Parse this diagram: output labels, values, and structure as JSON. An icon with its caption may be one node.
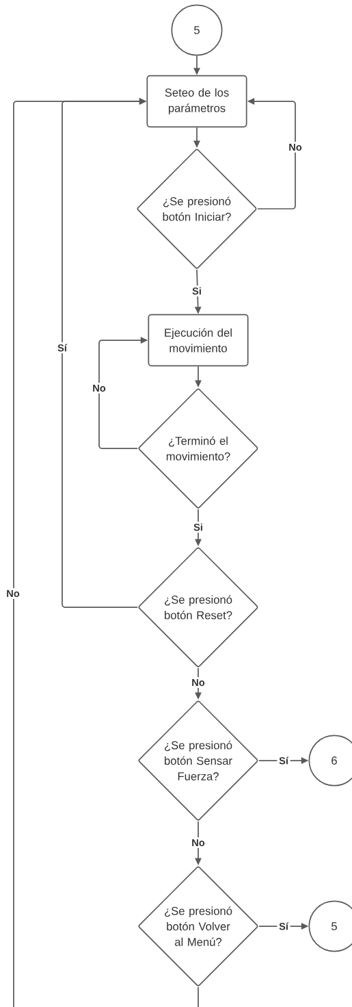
{
  "diagram": {
    "nodes": [
      {
        "text": [
          "5"
        ]
      },
      {
        "text": [
          "Seteo de los parámetros"
        ]
      },
      {
        "text": [
          "¿Se presionó botón Iniciar?"
        ]
      },
      {
        "text": [
          "Ejecución del movimiento"
        ]
      },
      {
        "text": [
          "¿Terminó el movimiento?"
        ]
      },
      {
        "text": [
          "¿Se presionó botón Reset?"
        ]
      },
      {
        "text": [
          "¿Se presionó botón Sensar Fuerza?"
        ]
      },
      {
        "text": [
          "6"
        ]
      },
      {
        "text": [
          "¿Se presionó botón Volver al Menú?"
        ]
      },
      {
        "text": [
          "5"
        ]
      }
    ],
    "edges": [
      {
        "from": 0,
        "to": 1,
        "arrow": "to"
      },
      {
        "from": 1,
        "to": 2,
        "arrow": "to"
      },
      {
        "from": 2,
        "to": 1,
        "arrow": "to",
        "label": "No"
      },
      {
        "from": 2,
        "to": 3,
        "arrow": "to",
        "label": "Si"
      },
      {
        "from": 3,
        "to": 4,
        "arrow": "to"
      },
      {
        "from": 4,
        "to": 3,
        "arrow": "to",
        "label": "No"
      },
      {
        "from": 4,
        "to": 5,
        "arrow": "to",
        "label": "Si"
      },
      {
        "from": 5,
        "to": 1,
        "arrow": "to",
        "label": "Sí"
      },
      {
        "from": 5,
        "to": 6,
        "arrow": "to",
        "label": "No"
      },
      {
        "from": 6,
        "to": 7,
        "arrow": "to",
        "label": "Sí"
      },
      {
        "from": 6,
        "to": 8,
        "arrow": "to",
        "label": "No"
      },
      {
        "from": 8,
        "to": 9,
        "arrow": "to",
        "label": "Sí"
      },
      {
        "from": 8,
        "to": 1,
        "arrow": "to",
        "label": "No"
      }
    ]
  }
}
